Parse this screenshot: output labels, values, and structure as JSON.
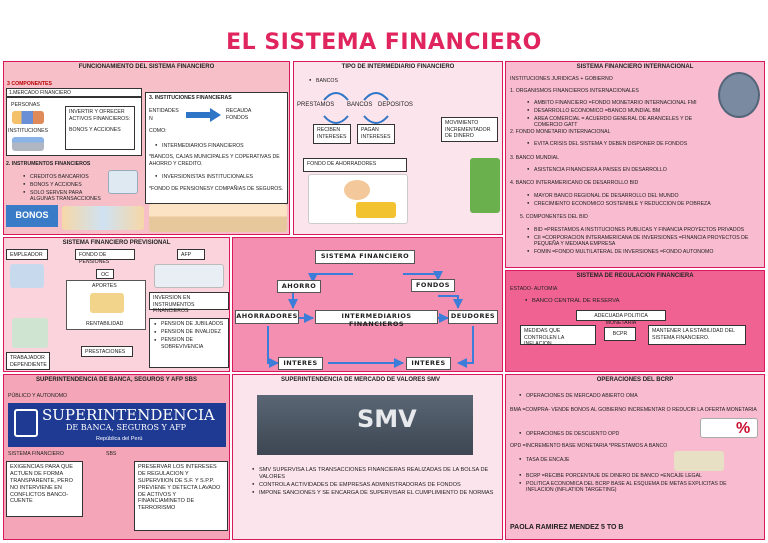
{
  "page_title": "EL SISTEMA FINANCIERO",
  "colors": {
    "title_red": "#e0245e",
    "border_pink": "#d8195e",
    "light_pink": "#fce4ec",
    "pink": "#f8bbd0",
    "mid_pink": "#f48fb1",
    "hot_pink": "#f06292",
    "rose": "#f7c0c9",
    "salmon": "#f4a6b8",
    "superint_blue": "#1f3a93"
  },
  "funcionamiento": {
    "title": "FUNCIONAMIENTO DEL SISTEMA FINANCIERO",
    "components_heading": "3 COMPONENTES",
    "mercado": "1.MERCADO FINANCIERO",
    "personas": "PERSONAS",
    "instituciones": "INSTITUCIONES",
    "invertir": "INVERTIR Y OFRECER ACTIVOS FINANCIEROS:",
    "bonos_acciones": "BONOS Y ACCIONES",
    "inst_fin_heading": "3. INSTITUCIONES FINANCIERAS",
    "entidades": "ENTIDADES",
    "n": "N",
    "recauda": "RECAUDA FONDOS",
    "como": "COMO:",
    "intermediarios": "INTERMEDIARIOS FINANCIEROS",
    "cajas": "*BANCOS, CAJAS MUNICIPALES Y COPERATIVAS DE AHORRO Y CREDITO.",
    "inversionistas": "INVERSIONISTAS INSTITUCIONALES",
    "fondo_pensiones": "*FONDO DE PENSIONESY COMPAÑIAS DE SEGUROS.",
    "instrumentos": "2. INSTRUMENTOS FINANCIEROS",
    "instrumentos_items": [
      "CREDITOS BANCARIOS",
      "BONOS Y ACCIONES",
      "SOLO SERVEN PARA ALGUNAS TRANSACCIONES"
    ],
    "bonos_label": "BONOS"
  },
  "tipo": {
    "title": "TIPO DE INTERMEDIARIO FINANCIERO",
    "bancos": "BANCOS",
    "prestamos": "PRESTAMOS",
    "bancos2": "BANCOS",
    "depositos": "DEPOSITOS",
    "reciben": "RECIBEN INTERESES",
    "pagan": "PAGAN INTERESES",
    "movimiento": "MOVIMIENTO INCREMENTADOR DE DINERO",
    "fondo_ahorradores": "FONDO DE AHORRADORES"
  },
  "internacional": {
    "title": "SISTEMA FINANCIERO INTERNACIONAL",
    "inst_juridicas": "INSTITUCIONES JURIDICAS + GOBIERNO",
    "h1": "1. ORGANISMOS FINANCIEROS INTERNACIONALES",
    "l1": [
      "AMBITO FINANCIERO =FONDO MONETARIO INTERNACIONAL FMI",
      "DESARROLLO ECONOMICO =BANCO MUNDIAL BM",
      "AREA COMERCIAL = ACUERDO GENERAL DE ARANCELES Y DE COMERCIO GATT"
    ],
    "h2": "2. FONDO MONETARIO INTERNACIONAL",
    "l2": [
      "EVITA CRISIS DEL SISTEMA Y DEBEN DISPONER DE FONDOS"
    ],
    "h3": "3. BANCO MUNDIAL",
    "l3": [
      "ASISTENCIA FINANCIERA A PAISES EN DESARROLLO"
    ],
    "h4": "4. BANCO INTERAMERICANO DE DESARROLLO BID",
    "l4": [
      "MAYOR BANCO REGIONAL DE DESARROLLO DEL MUNDO",
      "CRECIMIENTO ECONOMICO SOSTENIBLE Y REDUCCION DE POBREZA"
    ],
    "h5": "5. COMPONENTES DEL BID",
    "l5": [
      "BID =PRESTAMOS A INSTITUCIONES PUBLICAS Y FINANCIA PROYECTOS PRIVADOS",
      "CII =CORPORACION INTERAMERICANA DE INVERSIONES =FINANCIA PROYECTOS DE PEQUEÑA Y MEDIANA EMPRESA",
      "FOMIN =FONDO MULTILATERAL DE INVERSIONES =FONDO AUTONOMO"
    ]
  },
  "previsional": {
    "title": "SISTEMA FINANCIERO PREVISIONAL",
    "empleador": "EMPLEADOR",
    "fondo_pensiones": "FONDO DE PENSIONES",
    "afp": "AFP",
    "oc": "OC",
    "aportes": "APORTES",
    "rentabilidad": "RENTABILIDAD",
    "inversion": "INVERSION EN INSTRUMENTOS FINANCIEROS",
    "pension_items": [
      "PENSION DE JUBILADOS",
      "PENSION DE INVALIDEZ",
      "PENSION DE SOBREVIVENCIA"
    ],
    "prestaciones": "PRESTACIONES",
    "trabajador": "TRABAJADOR DEPENDIENTE"
  },
  "central": {
    "sistema": "SISTEMA FINANCIERO",
    "ahorro": "AHORRO",
    "fondos": "FONDOS",
    "ahorradores": "AHORRADORES",
    "intermediarios": "INTERMEDIARIOS FINANCIEROS",
    "deudores": "DEUDORES",
    "interes1": "INTERES",
    "interes2": "INTERES"
  },
  "regulacion": {
    "title": "SISTEMA DE REGULACION FINANCIERA",
    "estado": "ESTADO- AUTOMIA",
    "banco_central": "BANCO CENTRAL DE RESERVA",
    "adecuada": "ADECUADA POLITICA MONETARIA",
    "medidas": "MEDIDAS QUE CONTROLEN LA INFLACION",
    "bcpr": "BCPR",
    "mantener": "MANTENER LA ESTABILIDAD DEL SISTEMA FINANCIERO."
  },
  "sbs": {
    "title": "SUPERINTENDENCIA DE BANCA, SEGUROS Y AFP SBS",
    "publico": "PÚBLICO Y AUTONOMO",
    "logo_big": "SUPERINTENDENCIA",
    "logo_sub": "DE BANCA, SEGUROS Y AFP",
    "logo_country": "República del Perú",
    "sistema": "SISTEMA FINANCIERO",
    "sbs": "SBS",
    "exigencias": "EXIGENCIAS PARA QUE ACTUEN DE FORMA TRANSPARENTE, PERO NO INTERVIENE EN CONFLICTOS BANCO-CUENTE",
    "preservar": "PRESERVAR LOS INTERESES DE REGULACION Y SUPERVIIION DE S.F. Y S.P.P. PREVIENE Y DETECTA LAVADO DE ACTIVOS Y FINANCIAMINETO DE TERRORISMO"
  },
  "smv": {
    "title": "SUPERINTENDENCIA DE MERCADO DE VALORES SMV",
    "logo": "SMV",
    "items": [
      "SMV SUPERVISA LAS TRANSACCIONES FINANCIERAS REALIZADAS DE LA BOLSA DE VALORES",
      "CONTROLA ACTIVIDADES DE EMPRESAS ADMINISTRADORAS DE FONDOS",
      "IMPONE SANCIONES Y SE ENCARGA DE SUPERVISAR EL CUMPLIMIENTO DE NORMAS"
    ]
  },
  "bcrp": {
    "title": "OPERACIONES DEL BCRP",
    "l1": [
      "OPERACIONES DE MERCADO ABIERTO OMA"
    ],
    "bma": "BMA =COMPRA- VENDE BONOS AL GOBIERNO INCREMENTAR O REDUCIR LA OFERTA MONETARIA",
    "l2": [
      "OPERACIONES DE DESCUENTO OPD"
    ],
    "opd": "OPD =INCREMENTO BASE MONETARIA *PRESTAMOS A BANCO",
    "l3": [
      "TASA DE ENCAJE"
    ],
    "l4": [
      "BCRP =RECIBE PORCENTAJE DE DINERO DE BANCO =ENCAJE LEGAL",
      "POLITICA ECONOMICA DEL BCRP BASE AL ESQUEMA DE METAS EXPLICITAS DE INFLACION (INFLATION TARGETING)"
    ],
    "percent": "%",
    "author": "PAOLA RAMIREZ MENDEZ 5 TO B"
  }
}
